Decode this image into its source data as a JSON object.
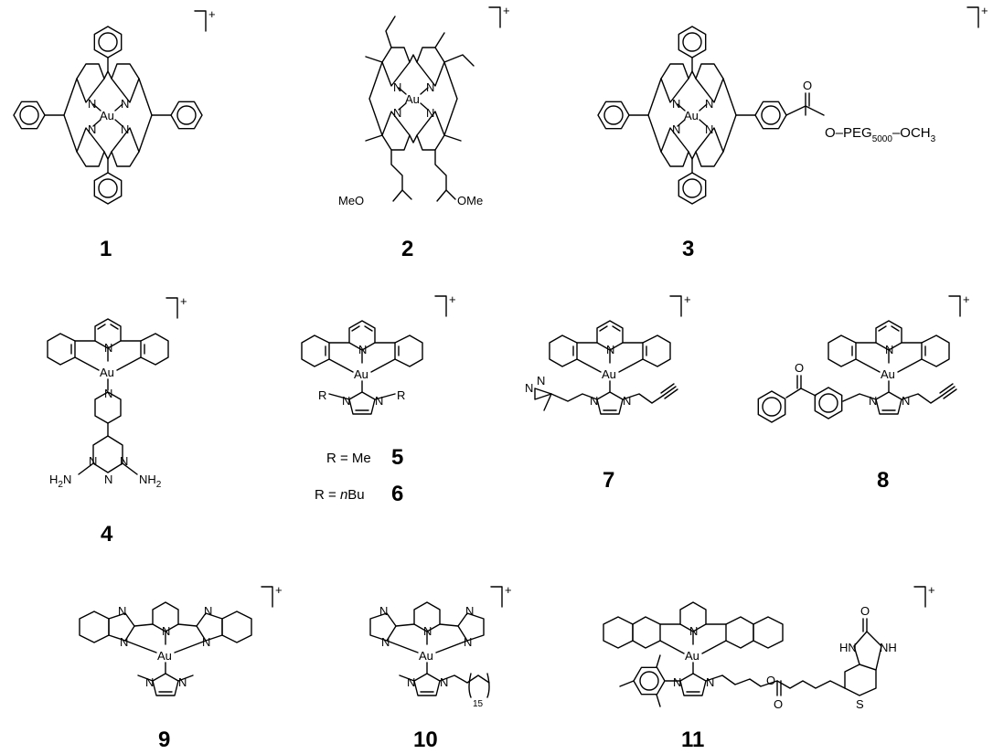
{
  "compounds": [
    {
      "id": "1",
      "label": "1"
    },
    {
      "id": "2",
      "label": "2"
    },
    {
      "id": "3",
      "label": "3"
    },
    {
      "id": "4",
      "label": "4"
    },
    {
      "id": "5",
      "label": "5"
    },
    {
      "id": "6",
      "label": "6"
    },
    {
      "id": "7",
      "label": "7"
    },
    {
      "id": "8",
      "label": "8"
    },
    {
      "id": "9",
      "label": "9"
    },
    {
      "id": "10",
      "label": "10"
    },
    {
      "id": "11",
      "label": "11"
    }
  ],
  "charge": "+",
  "atoms": {
    "metal": "Au",
    "nitrogen": "N",
    "oxygen": "O",
    "sulfur": "S",
    "amine": "H",
    "amine_sub": "2",
    "nh": "NH",
    "hn": "HN",
    "r": "R"
  },
  "groups": {
    "ester_methoxy_left": "MeO",
    "ester_methoxy_right": "OMe",
    "peg_link_prefix": "O–PEG",
    "peg_sub": "5000",
    "peg_link_suffix": "–OCH",
    "peg_suffix_sub": "3",
    "chain_repeat": "15"
  },
  "r_group_notes": {
    "five": "R = Me",
    "six_prefix": "R = ",
    "six_italic": "n",
    "six_suffix": "Bu"
  }
}
